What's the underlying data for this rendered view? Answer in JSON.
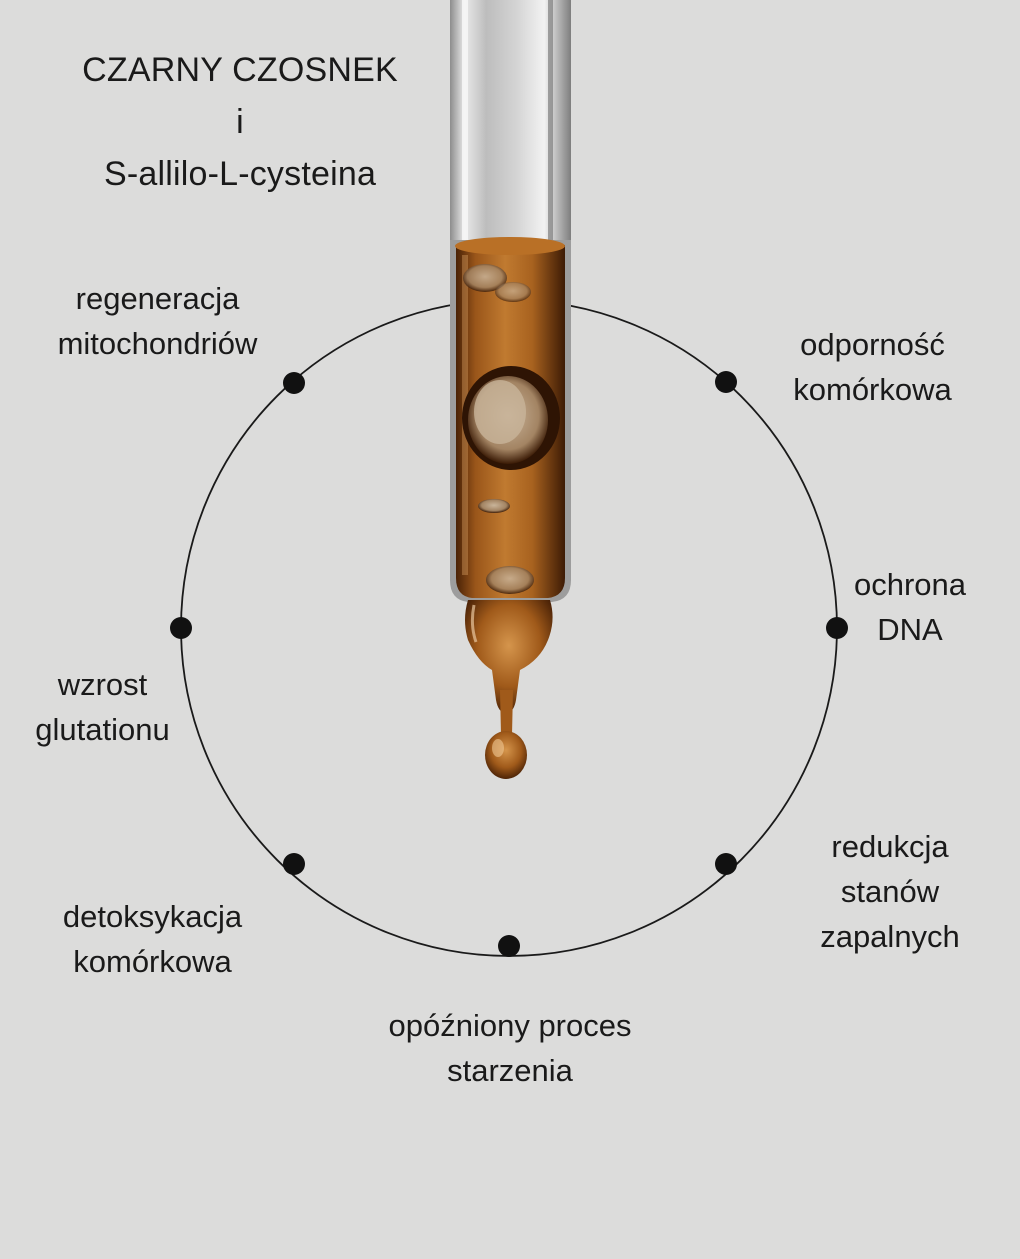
{
  "title": {
    "line1": "CZARNY CZOSNEK",
    "line2": "i",
    "line3": "S-allilo-L-cysteina"
  },
  "benefits": [
    {
      "line1": "regeneracja",
      "line2": "mitochondriów",
      "line3": ""
    },
    {
      "line1": "odporność",
      "line2": "komórkowa",
      "line3": ""
    },
    {
      "line1": "wzrost",
      "line2": "glutationu",
      "line3": ""
    },
    {
      "line1": "ochrona",
      "line2": "DNA",
      "line3": ""
    },
    {
      "line1": "detoksykacja",
      "line2": "komórkowa",
      "line3": ""
    },
    {
      "line1": "redukcja",
      "line2": "stanów",
      "line3": "zapalnych"
    },
    {
      "line1": "opóźniony proces",
      "line2": "starzenia",
      "line3": ""
    }
  ],
  "colors": {
    "background": "#dcdcdb",
    "line": "#1a1a1a",
    "oil": "#8a4a14",
    "oil_light": "#c0782e",
    "glass": "#b9b9b9"
  }
}
